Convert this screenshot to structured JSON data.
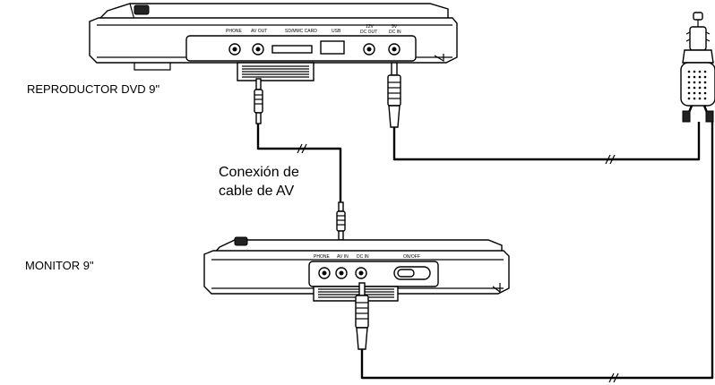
{
  "labels": {
    "dvd_player": "REPRODUCTOR DVD 9\"",
    "monitor": "MONITOR 9\"",
    "av_cable_line1": "Conexión de",
    "av_cable_line2": "cable de AV"
  },
  "dvd_panel": {
    "phone": "PHONE",
    "av_out": "AV OUT",
    "card": "SD/MMC CARD",
    "usb": "USB",
    "dc_out_top": "12V",
    "dc_out": "DC OUT",
    "dc_in_top": "9V",
    "dc_in": "DC IN"
  },
  "monitor_panel": {
    "phone": "PHONE",
    "av_in": "AV IN",
    "dc_in": "DC IN",
    "on_off": "ON/OFF"
  }
}
